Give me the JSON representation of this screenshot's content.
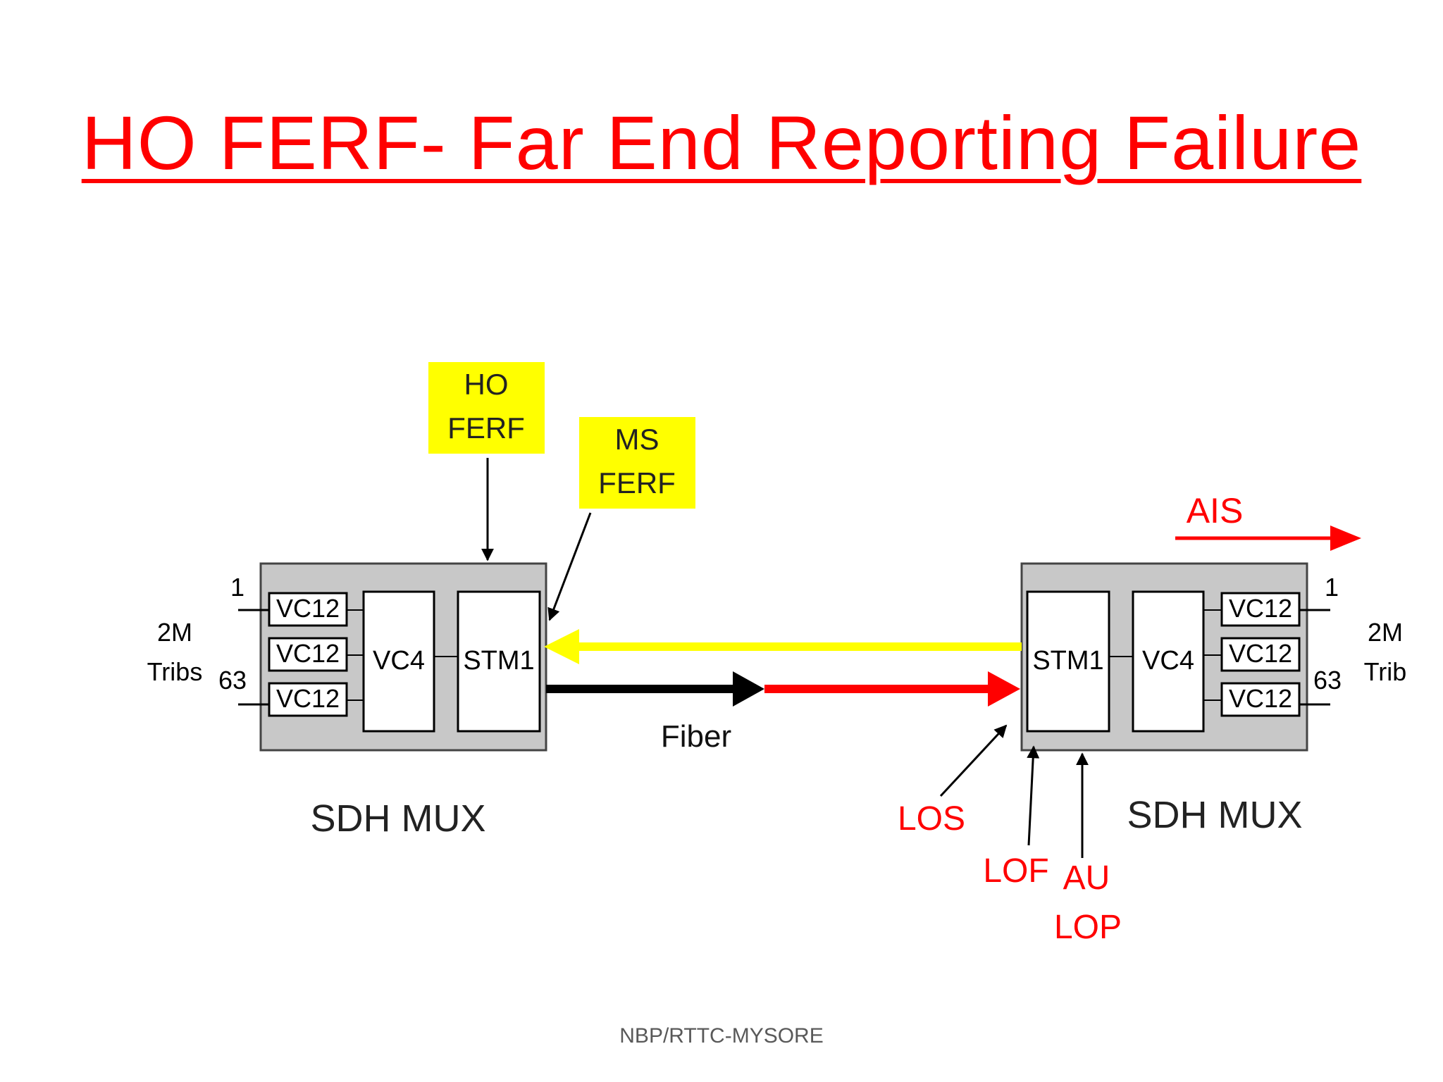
{
  "slide": {
    "title": "HO FERF- Far End Reporting Failure",
    "footer": "NBP/RTTC-MYSORE"
  },
  "diagram": {
    "left_mux": {
      "caption": "SDH MUX",
      "tribs_top_number": "1",
      "tribs_bottom_number": "63",
      "tribs_label_line1": "2M",
      "tribs_label_line2": "Tribs",
      "vc12_labels": [
        "VC12",
        "VC12",
        "VC12"
      ],
      "vc4_label": "VC4",
      "stm1_label": "STM1"
    },
    "right_mux": {
      "caption": "SDH MUX",
      "tribs_top_number": "1",
      "tribs_bottom_number": "63",
      "tribs_label_line1": "2M",
      "tribs_label_line2": "Trib",
      "vc12_labels": [
        "VC12",
        "VC12",
        "VC12"
      ],
      "vc4_label": "VC4",
      "stm1_label": "STM1"
    },
    "callouts": {
      "ho_ferf_line1": "HO",
      "ho_ferf_line2": "FERF",
      "ms_ferf_line1": "MS",
      "ms_ferf_line2": "FERF"
    },
    "fiber_label": "Fiber",
    "alarms": {
      "ais": "AIS",
      "los": "LOS",
      "lof": "LOF",
      "au_lop_line1": "AU",
      "au_lop_line2": "LOP"
    },
    "colors": {
      "title_red": "#ff0000",
      "alarm_red": "#ff0000",
      "callout_yellow": "#ffff00",
      "mux_gray": "#c8c8c8",
      "return_path_yellow": "#ffff00"
    }
  }
}
